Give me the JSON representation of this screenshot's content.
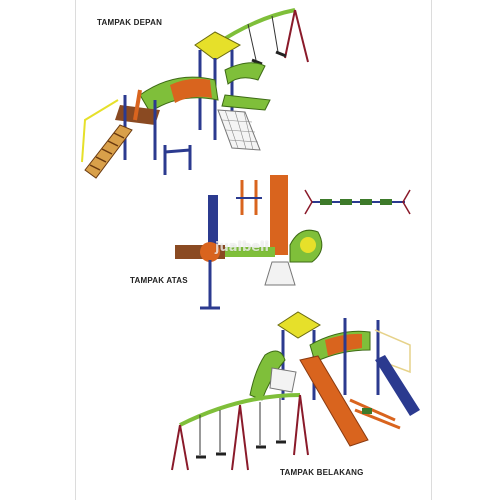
{
  "labels": {
    "front_view": "TAMPAK DEPAN",
    "top_view": "TAMPAK ATAS",
    "rear_view": "TAMPAK BELAKANG"
  },
  "watermark": "jualbeli",
  "colors": {
    "frame": "#2b3a8f",
    "slide_orange": "#d9641e",
    "tunnel_green": "#7fbf3a",
    "roof_yellow": "#e6e02a",
    "deck_brown": "#8a4a22",
    "chain": "#8a1a2a"
  }
}
